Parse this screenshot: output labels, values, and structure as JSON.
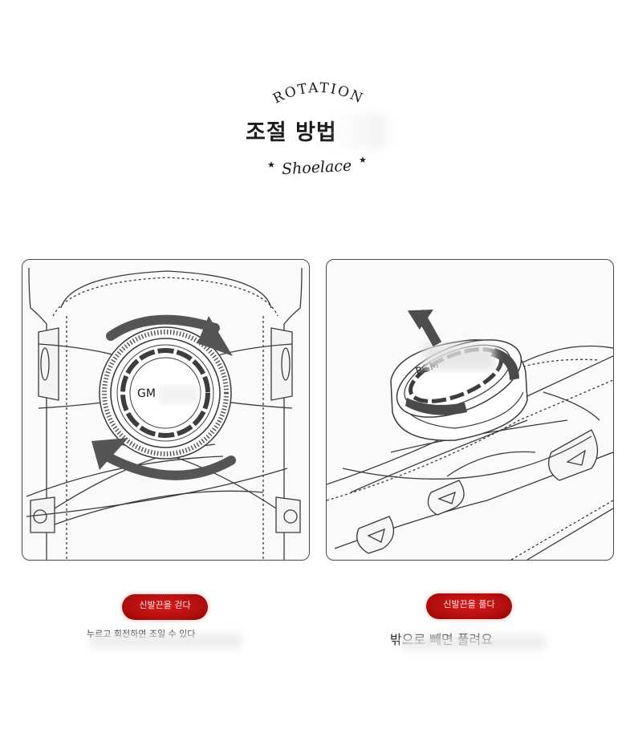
{
  "header": {
    "arc_text": "ROTATION",
    "title": "조절 방법",
    "script_text": "Shoelace"
  },
  "left_panel": {
    "dial_label": "GM",
    "badge": "신발끈을 걷다",
    "caption": "누르고 회전하면 조일 수 있다"
  },
  "right_panel": {
    "dial_label": "PGM",
    "badge": "신발끈을 풀다",
    "caption": "밖으로 빼면 풀려요"
  },
  "colors": {
    "badge_red": "#c41212",
    "line_dark": "#3a3a3a",
    "arrow_gray": "#555555"
  }
}
